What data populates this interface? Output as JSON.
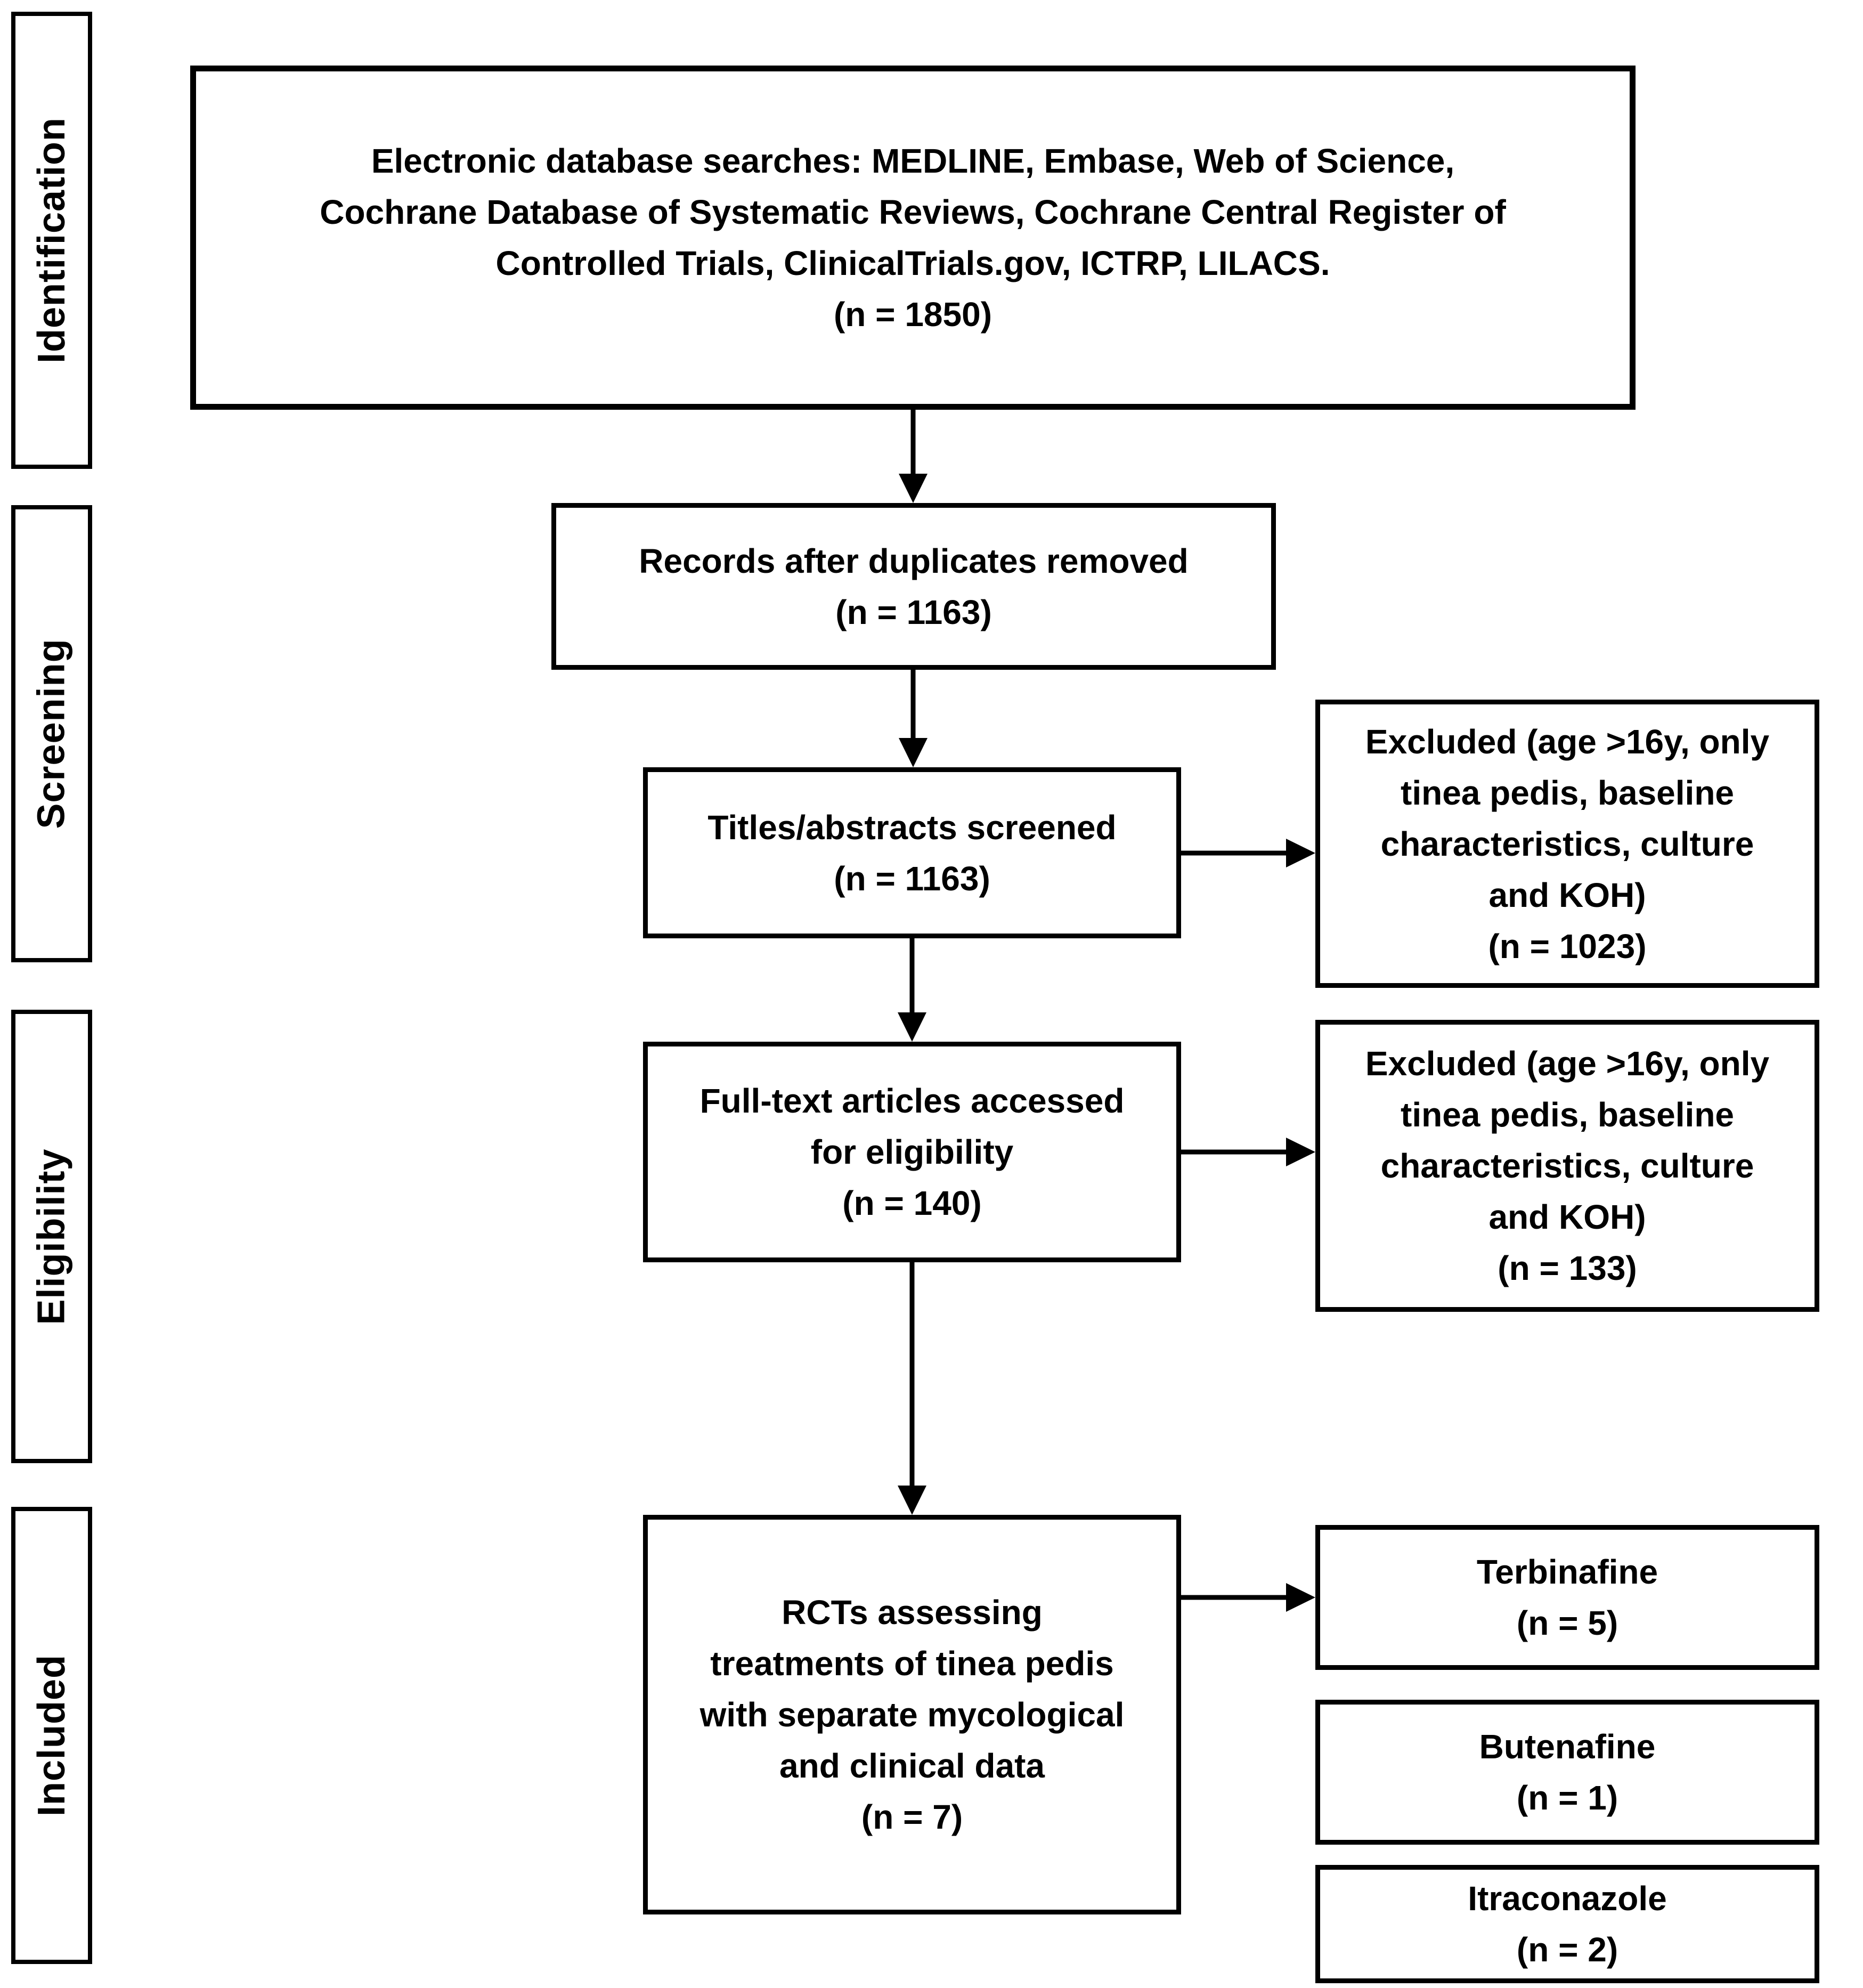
{
  "figure": {
    "stages": [
      {
        "label": "Identification"
      },
      {
        "label": "Screening"
      },
      {
        "label": "Eligibility"
      },
      {
        "label": "Included"
      }
    ],
    "boxes": {
      "search": {
        "text": "Electronic database searches: MEDLINE, Embase, Web of Science,\nCochrane Database of Systematic Reviews, Cochrane Central Register of\nControlled Trials, ClinicalTrials.gov, ICTRP, LILACS.",
        "n": "(n = 1850)"
      },
      "records": {
        "text": "Records after duplicates removed",
        "n": "(n = 1163)"
      },
      "titles": {
        "text": "Titles/abstracts screened",
        "n": "(n = 1163)"
      },
      "excluded_screening": {
        "text": "Excluded (age >16y, only\ntinea pedis, baseline\ncharacteristics, culture\nand KOH)",
        "n": "(n = 1023)"
      },
      "fulltext": {
        "text": "Full-text articles accessed\nfor eligibility",
        "n": "(n = 140)"
      },
      "excluded_eligibility": {
        "text": "Excluded (age >16y, only\ntinea pedis, baseline\ncharacteristics, culture\nand KOH)",
        "n": "(n = 133)"
      },
      "included_rcts": {
        "text": "RCTs assessing\ntreatments of tinea pedis\nwith separate mycological\nand clinical data",
        "n": "(n = 7)"
      },
      "terbinafine": {
        "text": "Terbinafine",
        "n": "(n = 5)"
      },
      "butenafine": {
        "text": "Butenafine",
        "n": "(n = 1)"
      },
      "itraconazole": {
        "text": "Itraconazole",
        "n": "(n = 2)"
      }
    },
    "colors": {
      "line": "#000000",
      "text": "#000000",
      "background": "#ffffff"
    }
  }
}
